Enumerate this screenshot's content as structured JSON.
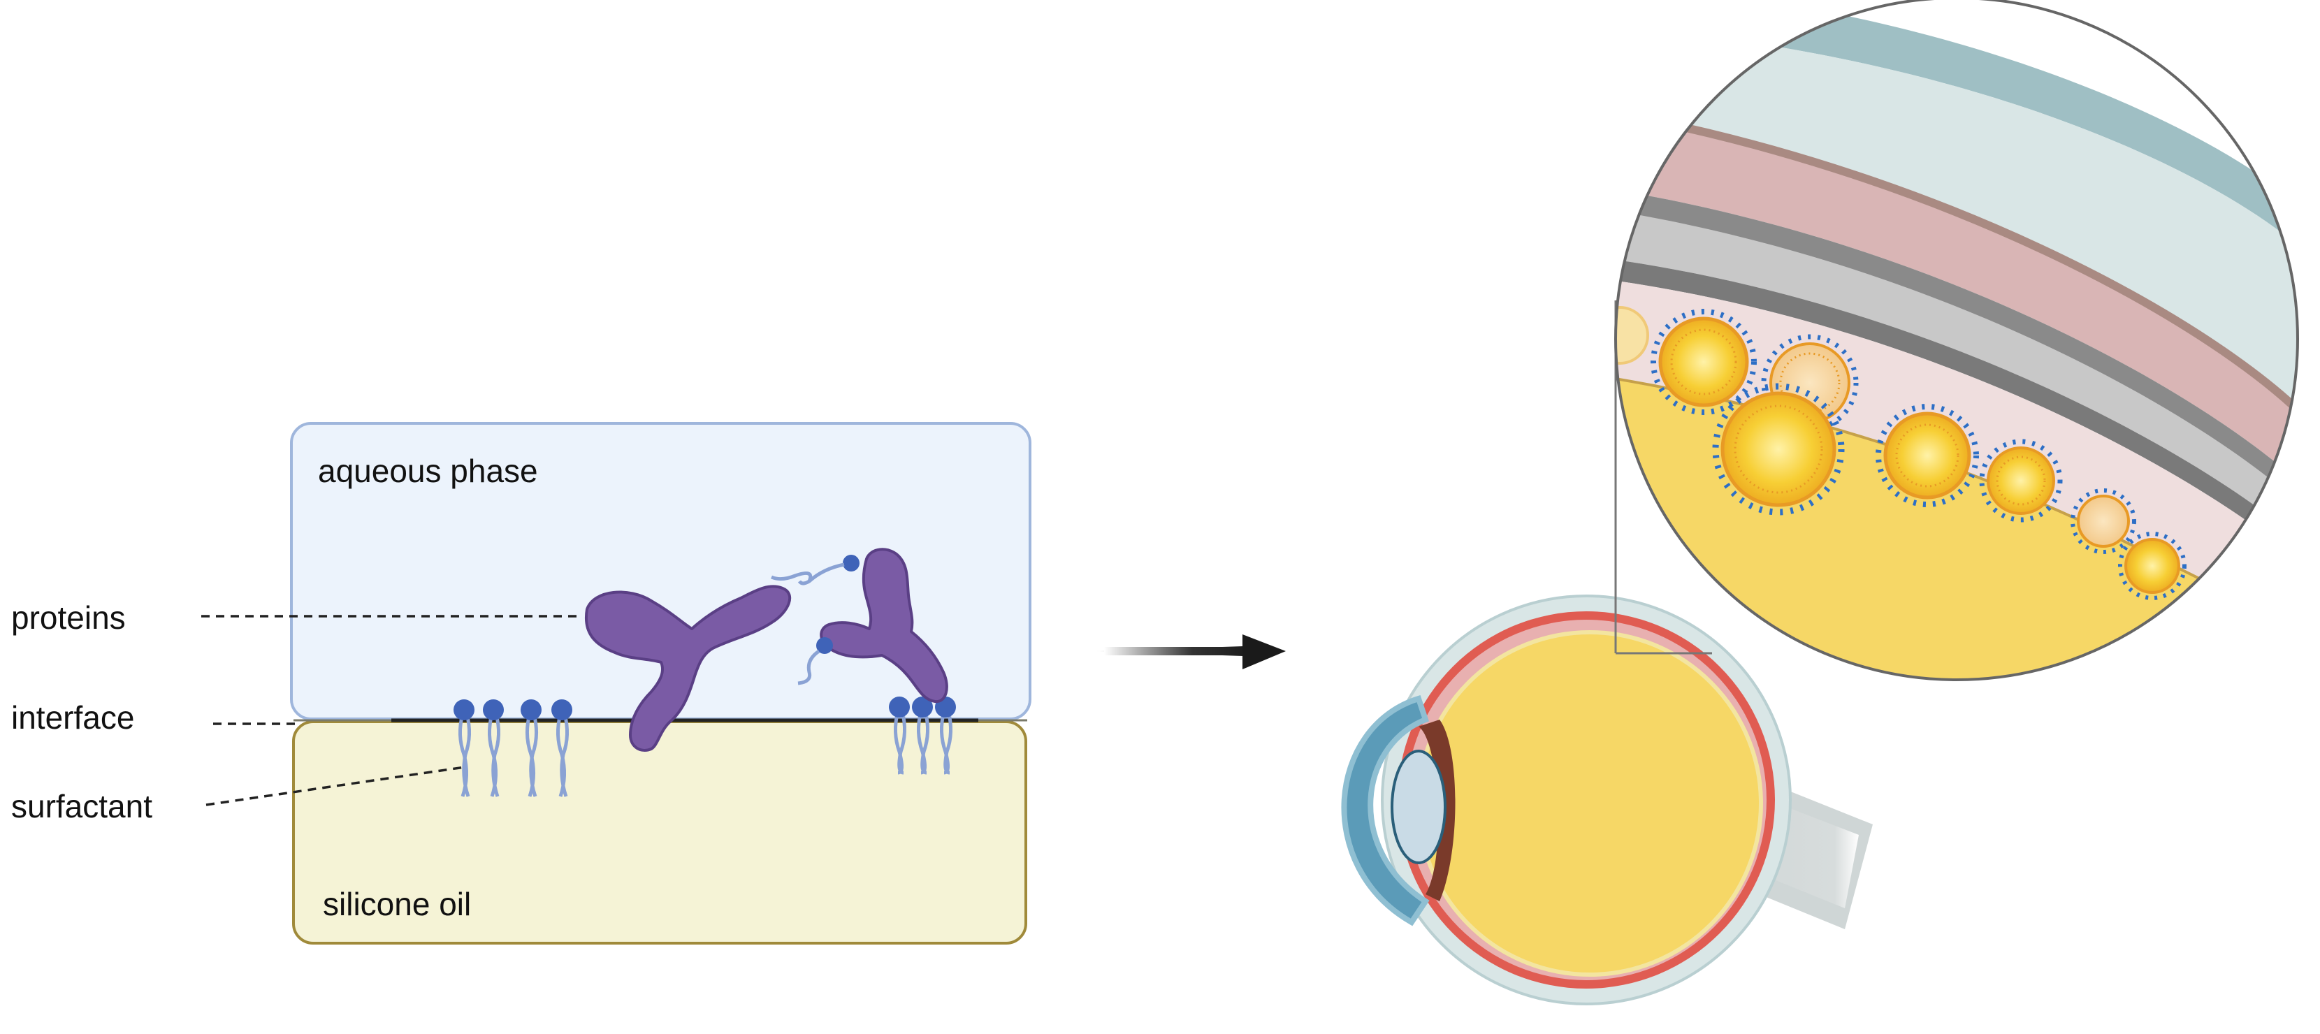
{
  "labels": {
    "aqueous_phase": "aqueous phase",
    "silicone_oil": "silicone oil",
    "proteins": "proteins",
    "interface": "interface",
    "surfactant": "surfactant"
  },
  "colors": {
    "aqueous_fill": "#ecf3fc",
    "aqueous_border": "#9fb6dc",
    "oil_fill": "#f5f3d6",
    "oil_border": "#a08a3a",
    "protein": "#7a5ba5",
    "protein_dark": "#5a3f85",
    "surfactant_head": "#3f63b8",
    "surfactant_tail": "#8aa2d4",
    "arrow": "#1a1a1a",
    "retina_yellow": "#f6d766",
    "droplet_core": "#f6c82a",
    "droplet_ring": "#e89a25",
    "droplet_dots": "#2d6fc6",
    "sclera_teal": "#9fbfc4",
    "choroid_pink": "#d9b5b5",
    "layer_gray": "#c8c8c8",
    "cornea_blue": "#5b9bb8"
  },
  "icons": [
    "right-arrow-icon",
    "eye-cross-section-icon",
    "magnifier-circle-icon",
    "antibody-protein-icon",
    "surfactant-molecule-icon",
    "emulsion-droplet-icon"
  ]
}
